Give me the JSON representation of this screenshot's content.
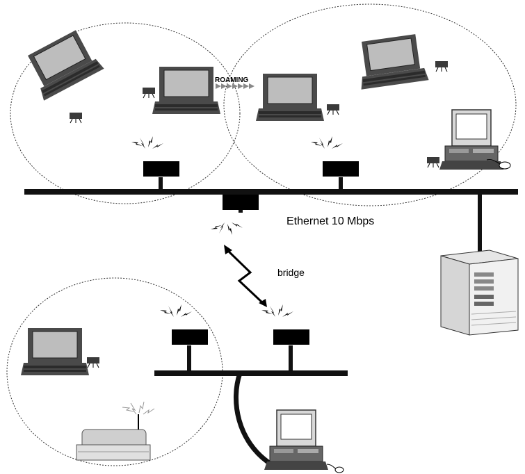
{
  "labels": {
    "roaming": "ROAMING",
    "ethernet": "Ethernet 10 Mbps",
    "bridge": "bridge"
  },
  "colors": {
    "background": "#ffffff",
    "bus": "#111111",
    "laptop_body": "#4a4a4a",
    "laptop_screen": "#bdbdbd",
    "access_point": "#e3e3e3"
  },
  "icons": [
    "laptop-icon",
    "wireless-adapter-icon",
    "access-point-icon",
    "desktop-computer-icon",
    "server-tower-icon",
    "printer-icon",
    "radio-link-icon"
  ]
}
